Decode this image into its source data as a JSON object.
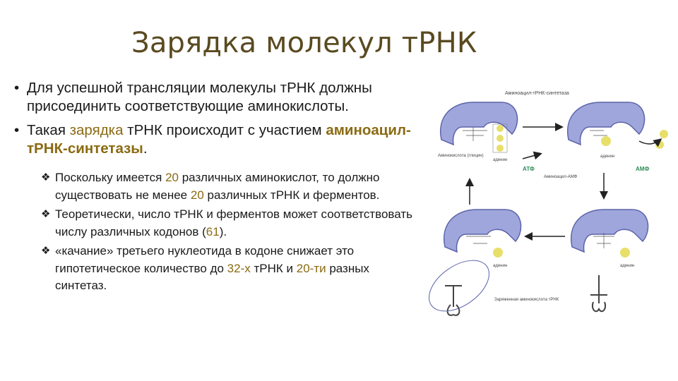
{
  "slide": {
    "title": "Зарядка молекул тРНК",
    "bullets": [
      {
        "text": "Для успешной трансляции молекулы тРНК должны присоединить соответствующие аминокислоты."
      },
      {
        "prefix": "Такая ",
        "accent": "зарядка",
        "middle": " тРНК происходит с участием ",
        "bold_accent": "аминоацил-тРНК-синтетазы",
        "suffix": "."
      }
    ],
    "sub_points": [
      {
        "a": "Поскольку имеется ",
        "n1": "20",
        "b": " различных аминокислот, то должно существовать не менее ",
        "n2": "20",
        "c": " различных тРНК и ферментов."
      },
      {
        "a": "Теоретически, число тРНК и ферментов может соответствовать числу различных кодонов (",
        "n1": "61",
        "b": ")."
      },
      {
        "a": " «качание» третьего нуклеотида в кодоне снижает это гипотетическое количество до ",
        "n1": "32-х",
        "b": " тРНК и ",
        "n2": "20-ти",
        "c": " разных синтетаз",
        "d": "."
      }
    ]
  },
  "diagram": {
    "labels": {
      "enzyme": "Аминоацил-тРНК-синтетаза",
      "amino_acid": "Аминокислота (глицин)",
      "atp": "АТФ",
      "amp": "АМФ",
      "aminoacyl_amp": "Аминоацил-АМФ",
      "adenine": "аденин",
      "charged_trna": "Заряженная аминокислота тРНК"
    },
    "colors": {
      "enzyme": "#9fa6dc",
      "enzyme_stroke": "#5b63a8",
      "phosphate": "#e8df6a",
      "label": "#2e8b57"
    }
  }
}
